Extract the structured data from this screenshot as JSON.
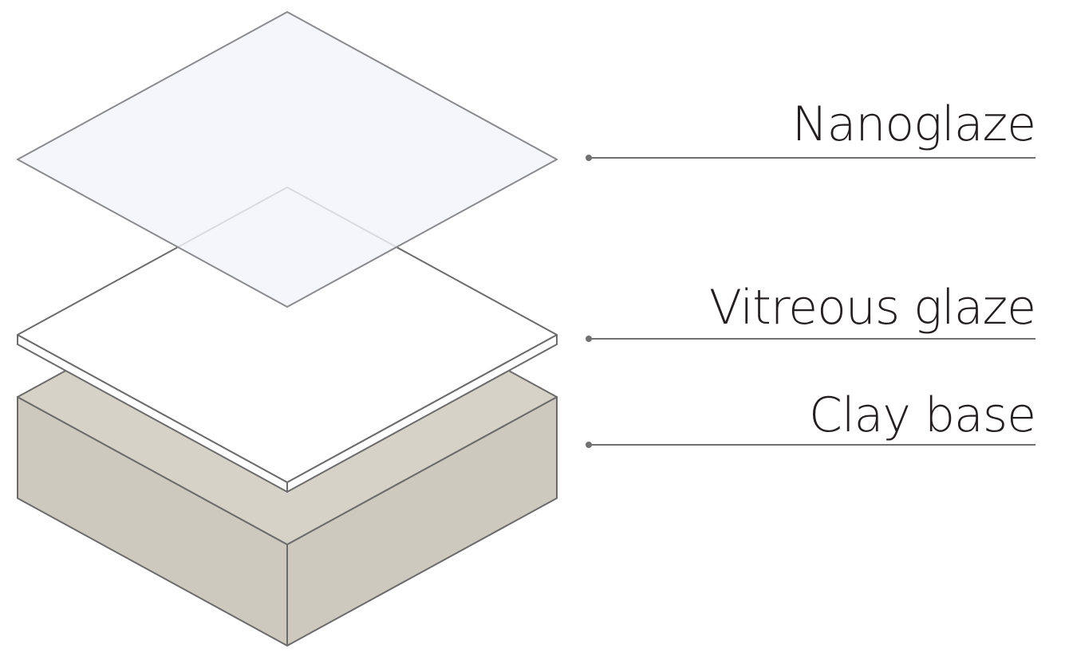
{
  "layers": [
    {
      "label": "Nanoglaze"
    },
    {
      "label": "Vitreous glaze"
    },
    {
      "label": "Clay base"
    }
  ],
  "colors": {
    "nanoglaze_fill": "#f1f4fb",
    "nanoglaze_stroke": "#8a8a8f",
    "vitreous_fill": "#ffffff",
    "vitreous_stroke": "#6b6b6b",
    "clay_fill": "#cdc9be",
    "clay_top_fill": "#d6d2c7",
    "clay_stroke": "#6b6b6b",
    "leader_line": "#707070",
    "label_text": "#231f20"
  }
}
